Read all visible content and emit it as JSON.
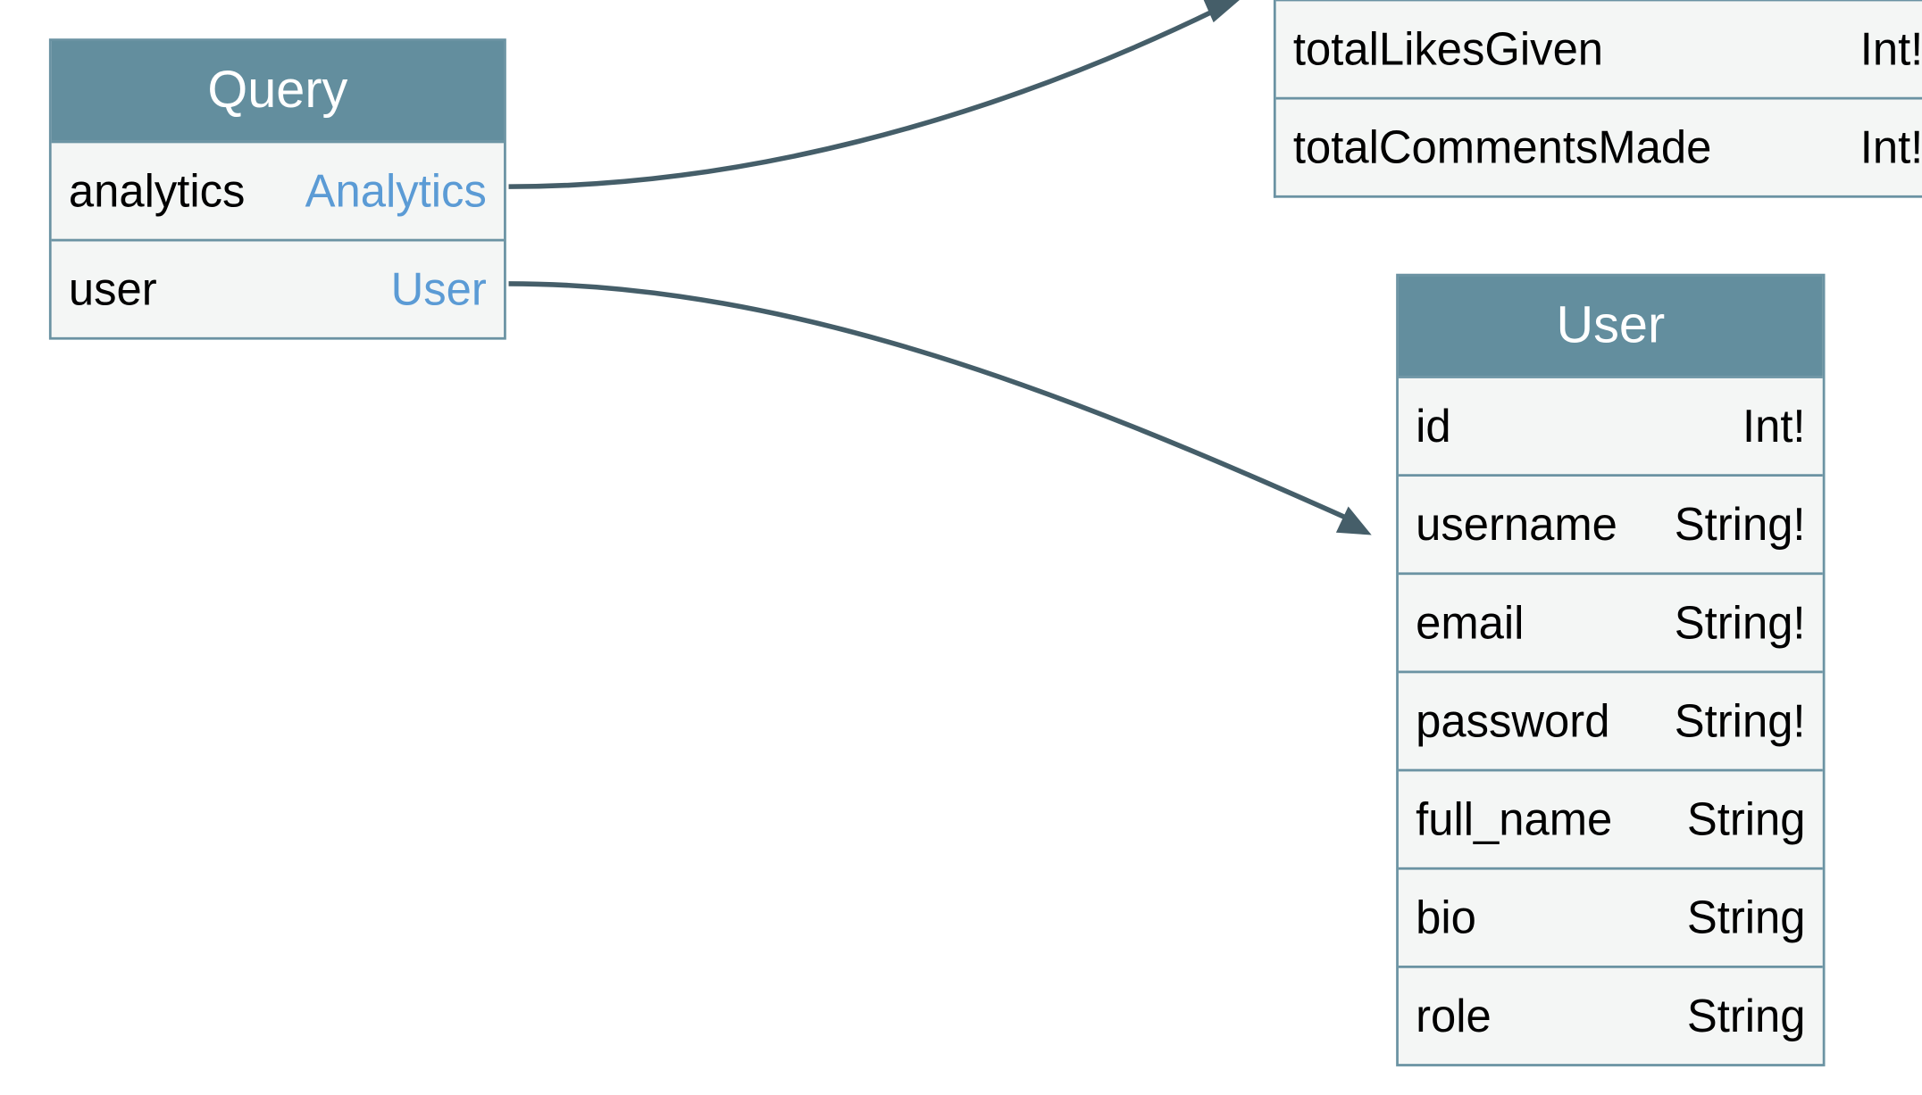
{
  "nodes": {
    "query": {
      "title": "Query",
      "fields": [
        {
          "name": "analytics",
          "type": "Analytics"
        },
        {
          "name": "user",
          "type": "User"
        }
      ]
    },
    "analytics": {
      "fields": [
        {
          "name": "totalLikesGiven",
          "type": "Int!"
        },
        {
          "name": "totalCommentsMade",
          "type": "Int!"
        }
      ]
    },
    "user": {
      "title": "User",
      "fields": [
        {
          "name": "id",
          "type": "Int!"
        },
        {
          "name": "username",
          "type": "String!"
        },
        {
          "name": "email",
          "type": "String!"
        },
        {
          "name": "password",
          "type": "String!"
        },
        {
          "name": "full_name",
          "type": "String"
        },
        {
          "name": "bio",
          "type": "String"
        },
        {
          "name": "role",
          "type": "String"
        }
      ]
    }
  },
  "colors": {
    "header": "#638e9e",
    "border": "#6b93a3",
    "row": "#f4f6f5",
    "link": "#5b9bd5",
    "edge": "#455e69"
  }
}
